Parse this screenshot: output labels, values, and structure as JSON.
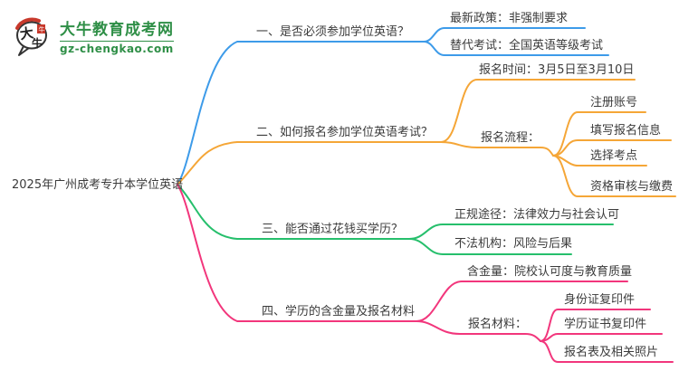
{
  "logo": {
    "title": "大牛教育成考网",
    "domain": "gz-chengkao.com",
    "icon_char_top": "大",
    "icon_char_bottom": "牛",
    "green": "#2f8f47",
    "red": "#c8392c",
    "dark": "#333333"
  },
  "mindmap": {
    "central_topic": "2025年广州成考专升本学位英语",
    "text_color": "#3b3b3b",
    "branches": [
      {
        "label": "一、是否必须参加学位英语？",
        "color": "#3d9be9",
        "children": [
          {
            "label": "最新政策：非强制要求"
          },
          {
            "label": "替代考试：全国英语等级考试"
          }
        ]
      },
      {
        "label": "二、如何报名参加学位英语考试？",
        "color": "#f5a637",
        "children": [
          {
            "label": "报名时间：3月5日至3月10日"
          },
          {
            "label": "报名流程：",
            "children": [
              {
                "label": "注册账号"
              },
              {
                "label": "填写报名信息"
              },
              {
                "label": "选择考点"
              },
              {
                "label": "资格审核与缴费"
              }
            ]
          }
        ]
      },
      {
        "label": "三、能否通过花钱买学历？",
        "color": "#26bf6c",
        "children": [
          {
            "label": "正规途径：法律效力与社会认可"
          },
          {
            "label": "不法机构：风险与后果"
          }
        ]
      },
      {
        "label": "四、学历的含金量及报名材料",
        "color": "#f2367c",
        "children": [
          {
            "label": "含金量：院校认可度与教育质量"
          },
          {
            "label": "报名材料：",
            "children": [
              {
                "label": "身份证复印件"
              },
              {
                "label": "学历证书复印件"
              },
              {
                "label": "报名表及相关照片"
              }
            ]
          }
        ]
      }
    ]
  }
}
